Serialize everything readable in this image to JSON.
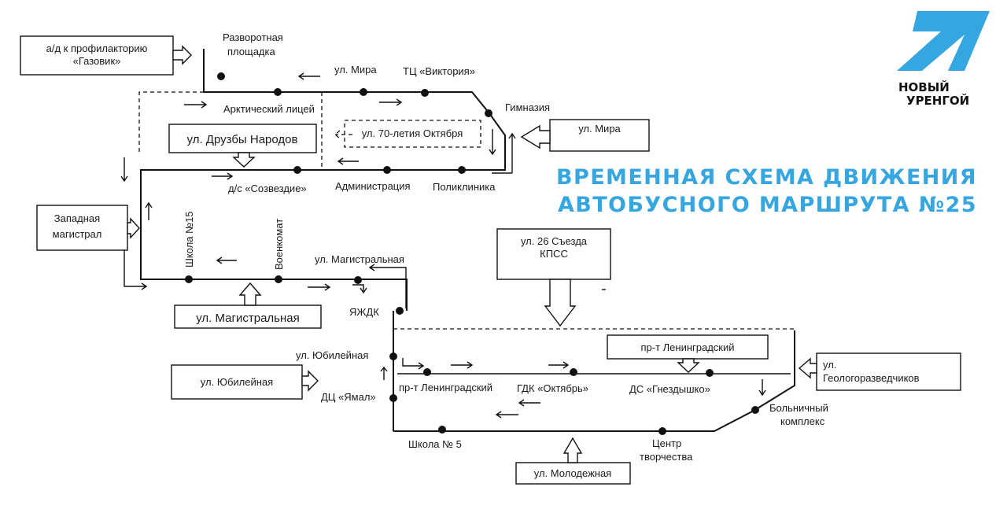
{
  "title": {
    "line1": "ВРЕМЕННАЯ СХЕМА ДВИЖЕНИЯ",
    "line2": "АВТОБУСНОГО МАРШРУТА №25",
    "color": "#35a6e0"
  },
  "logo": {
    "line1": "НОВЫЙ",
    "line2": "УРЕНГОЙ",
    "color": "#35a6e0",
    "icon": "arrow-logo-icon"
  },
  "boxes": {
    "gazovik_line1": "а/д к профилакторию",
    "gazovik_line2": "«Газовик»",
    "druzhby": "ул. Друзбы Народов",
    "oktyabrya": "ул. 70-летия Октября",
    "mira_right": "ул. Мира",
    "zapadnaya_line1": "Западная",
    "zapadnaya_line2": "магистрал",
    "s26_line1": "ул. 26 Съезда",
    "s26_line2": "КПСС",
    "magistralnaya": "ул. Магистральная",
    "leningradsky": "пр-т Ленинградский",
    "yubileynaya": "ул. Юбилейная",
    "geolog_line1": "ул.",
    "geolog_line2": "Геологоразведчиков",
    "molodezhnaya": "ул. Молодежная"
  },
  "labels": {
    "razvorot_line1": "Разворотная",
    "razvorot_line2": "площадка",
    "mira_top": "ул. Мира",
    "victoria": "ТЦ «Виктория»",
    "arktich": "Арктический лицей",
    "gimnaziya": "Гимназия",
    "sozvezdie": "д/с «Созвездие»",
    "administraciya": "Администрация",
    "poliklinika": "Поликлиника",
    "shkola15": "Школа №15",
    "voenkomat": "Военкомат",
    "magistr_top": "ул. Магистральная",
    "yazhdk": "ЯЖДК",
    "yubil_label": "ул. Юбилейная",
    "yamal": "ДЦ «Ямал»",
    "prt_len": "пр-т Ленинградский",
    "gdk": "ГДК «Октябрь»",
    "gnezd": "ДС «Гнездышко»",
    "bolnich_line1": "Больничный",
    "bolnich_line2": "комплекс",
    "shkola5": "Школа № 5",
    "centr_line1": "Центр",
    "centr_line2": "творчества"
  }
}
